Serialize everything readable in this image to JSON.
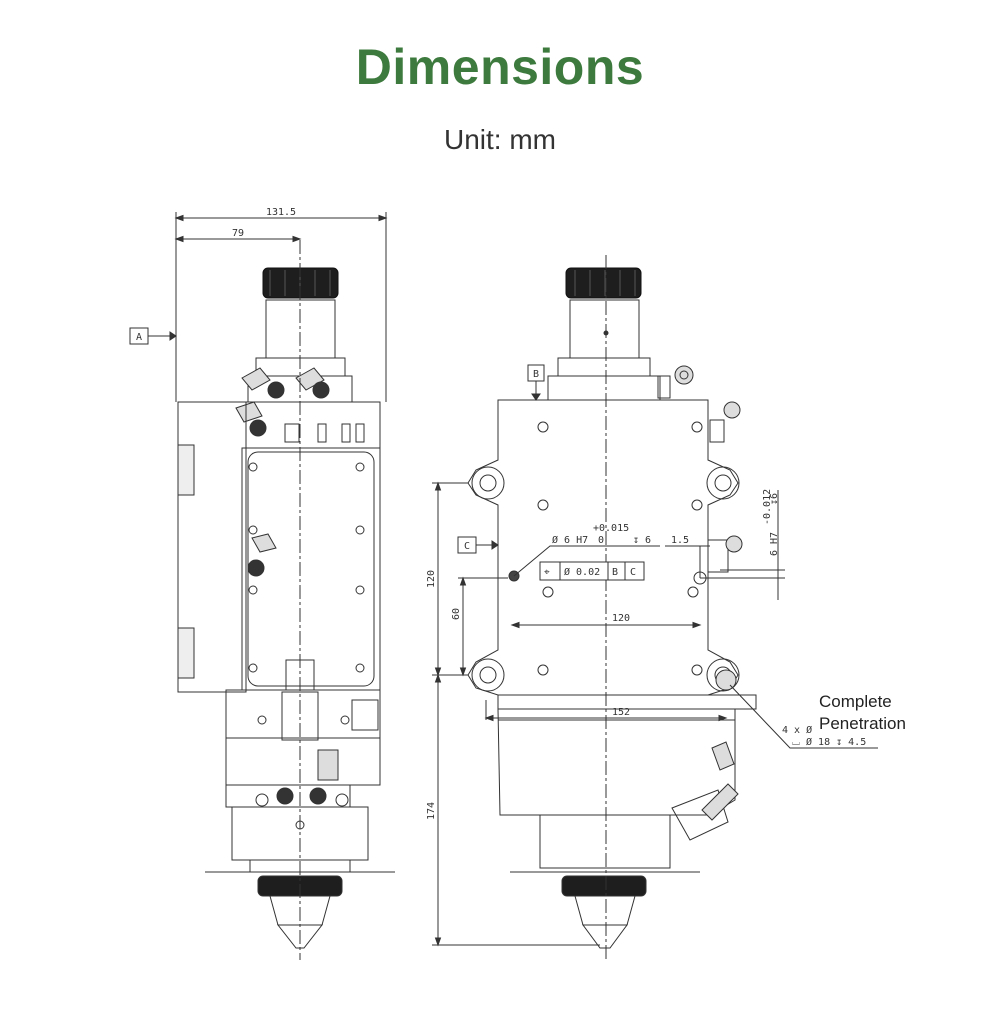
{
  "header": {
    "title": "Dimensions",
    "unit": "Unit: mm"
  },
  "colors": {
    "title": "#3d7a3d",
    "line": "#333333",
    "part_dark": "#1e1e1e"
  },
  "side_view": {
    "dim_overall_width": "131.5",
    "dim_center_offset": "79",
    "datum_a": "A"
  },
  "front_view": {
    "datum_b": "B",
    "datum_c": "C",
    "tol_upper": "+0.015",
    "tol_lower": "0",
    "hole_spec": "Ø 6 H7",
    "hole_depth": "↧ 6",
    "fcf_symbol": "⌖",
    "fcf_value": "Ø 0.02",
    "fcf_ref_b": "B",
    "fcf_ref_c": "C",
    "dim_pin_offset": "1.5",
    "side_hole_spec": "6 H7",
    "side_hole_tol": "-0.012",
    "side_hole_depth": "↧6",
    "dim_hole_spacing_h": "120",
    "dim_height_120": "120",
    "dim_height_60": "60",
    "dim_width_152": "152",
    "dim_height_174": "174",
    "mount_holes_qty": "4 x Ø",
    "mount_holes_spec": "⌴ Ø 18 ↧ 4.5",
    "callout_line1": "Complete",
    "callout_line2": "Penetration"
  }
}
